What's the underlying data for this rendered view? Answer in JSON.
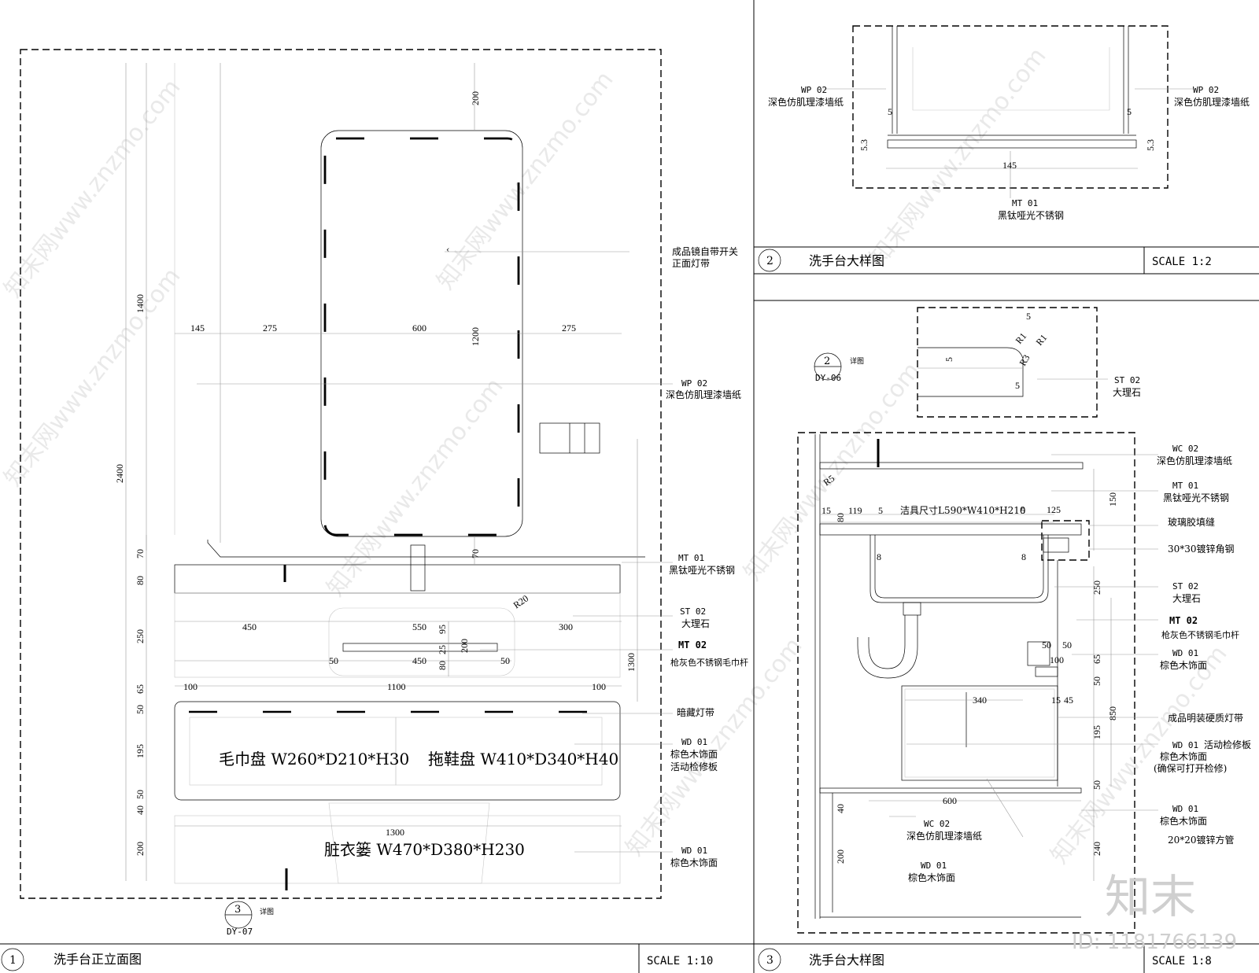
{
  "panels": {
    "p1": {
      "number": "1",
      "title": "洗手台正立面图",
      "scale": "SCALE 1:10"
    },
    "p2": {
      "number": "2",
      "title": "洗手台大样图",
      "scale": "SCALE 1:2"
    },
    "p3": {
      "number": "3",
      "title": "洗手台大样图",
      "scale": "SCALE 1:8"
    }
  },
  "elevation": {
    "dims_h": [
      "145",
      "275",
      "600",
      "275",
      "450",
      "550",
      "300",
      "50",
      "450",
      "50",
      "100",
      "1100",
      "100",
      "1300"
    ],
    "dims_v": [
      "200",
      "1400",
      "1200",
      "2400",
      "70",
      "80",
      "250",
      "65",
      "50",
      "195",
      "40",
      "50",
      "200",
      "70",
      "95",
      "25",
      "80",
      "200",
      "1300"
    ],
    "radius": "R20",
    "labels": {
      "mirror": [
        "成品镜自带开关",
        "正面灯带"
      ],
      "wp02": [
        "WP 02",
        "深色仿肌理漆墙纸"
      ],
      "mt01": [
        "MT 01",
        "黑钛哑光不锈钢"
      ],
      "st02": [
        "ST 02",
        "大理石"
      ],
      "mt02": [
        "MT 02",
        "枪灰色不锈钢毛巾杆"
      ],
      "light": "暗藏灯带",
      "wd01a": [
        "WD 01",
        "棕色木饰面",
        "活动检修板"
      ],
      "wd01b": [
        "WD 01",
        "棕色木饰面"
      ]
    },
    "items": {
      "towel_tray": "毛巾盘 W260*D210*H30",
      "slipper_tray": "拖鞋盘 W410*D340*H40",
      "basket": "脏衣篓 W470*D380*H230"
    },
    "callout": {
      "num": "3",
      "ref": "DY-07",
      "note": "详图"
    }
  },
  "detail2": {
    "left_label": [
      "WP 02",
      "深色仿肌理漆墙纸"
    ],
    "right_label": [
      "WP 02",
      "深色仿肌理漆墙纸"
    ],
    "bottom_label": [
      "MT 01",
      "黑钛哑光不锈钢"
    ],
    "dims": [
      "5",
      "5",
      "5.3",
      "5.3",
      "145"
    ]
  },
  "detail3": {
    "inset_dims": [
      "5",
      "R1",
      "R1",
      "5",
      "R3",
      "5"
    ],
    "inset_label": [
      "ST 02",
      "大理石"
    ],
    "callout": {
      "num": "2",
      "ref": "DY-06",
      "note": "详图"
    },
    "fixture": "洁具尺寸L590*W410*H210",
    "dims": [
      "R5",
      "15",
      "80",
      "119",
      "5",
      "5",
      "125",
      "150",
      "8",
      "8",
      "250",
      "50",
      "50",
      "100",
      "65",
      "50",
      "340",
      "15",
      "45",
      "195",
      "850",
      "50",
      "600",
      "40",
      "200",
      "240"
    ],
    "labels": {
      "wc02a": [
        "WC 02",
        "深色仿肌理漆墙纸"
      ],
      "mt01": [
        "MT 01",
        "黑钛哑光不锈钢"
      ],
      "glue": "玻璃胶填缝",
      "angle": "30*30镀锌角钢",
      "st02": [
        "ST 02",
        "大理石"
      ],
      "mt02": [
        "MT 02",
        "枪灰色不锈钢毛巾杆"
      ],
      "wd01a": [
        "WD 01",
        "棕色木饰面"
      ],
      "ledstrip": "成品明装硬质灯带",
      "wd01b": [
        "WD 01",
        "活动检修板",
        "棕色木饰面",
        "(确保可打开检修)"
      ],
      "wd01c": [
        "WD 01",
        "棕色木饰面"
      ],
      "tube": "20*20镀锌方管",
      "wc02b": [
        "WC 02",
        "深色仿肌理漆墙纸"
      ],
      "wd01d": [
        "WD 01",
        "棕色木饰面"
      ]
    }
  },
  "watermark": {
    "text": "知末网www.znzmo.com",
    "logo": "知末",
    "id": "ID: 1181766139"
  }
}
